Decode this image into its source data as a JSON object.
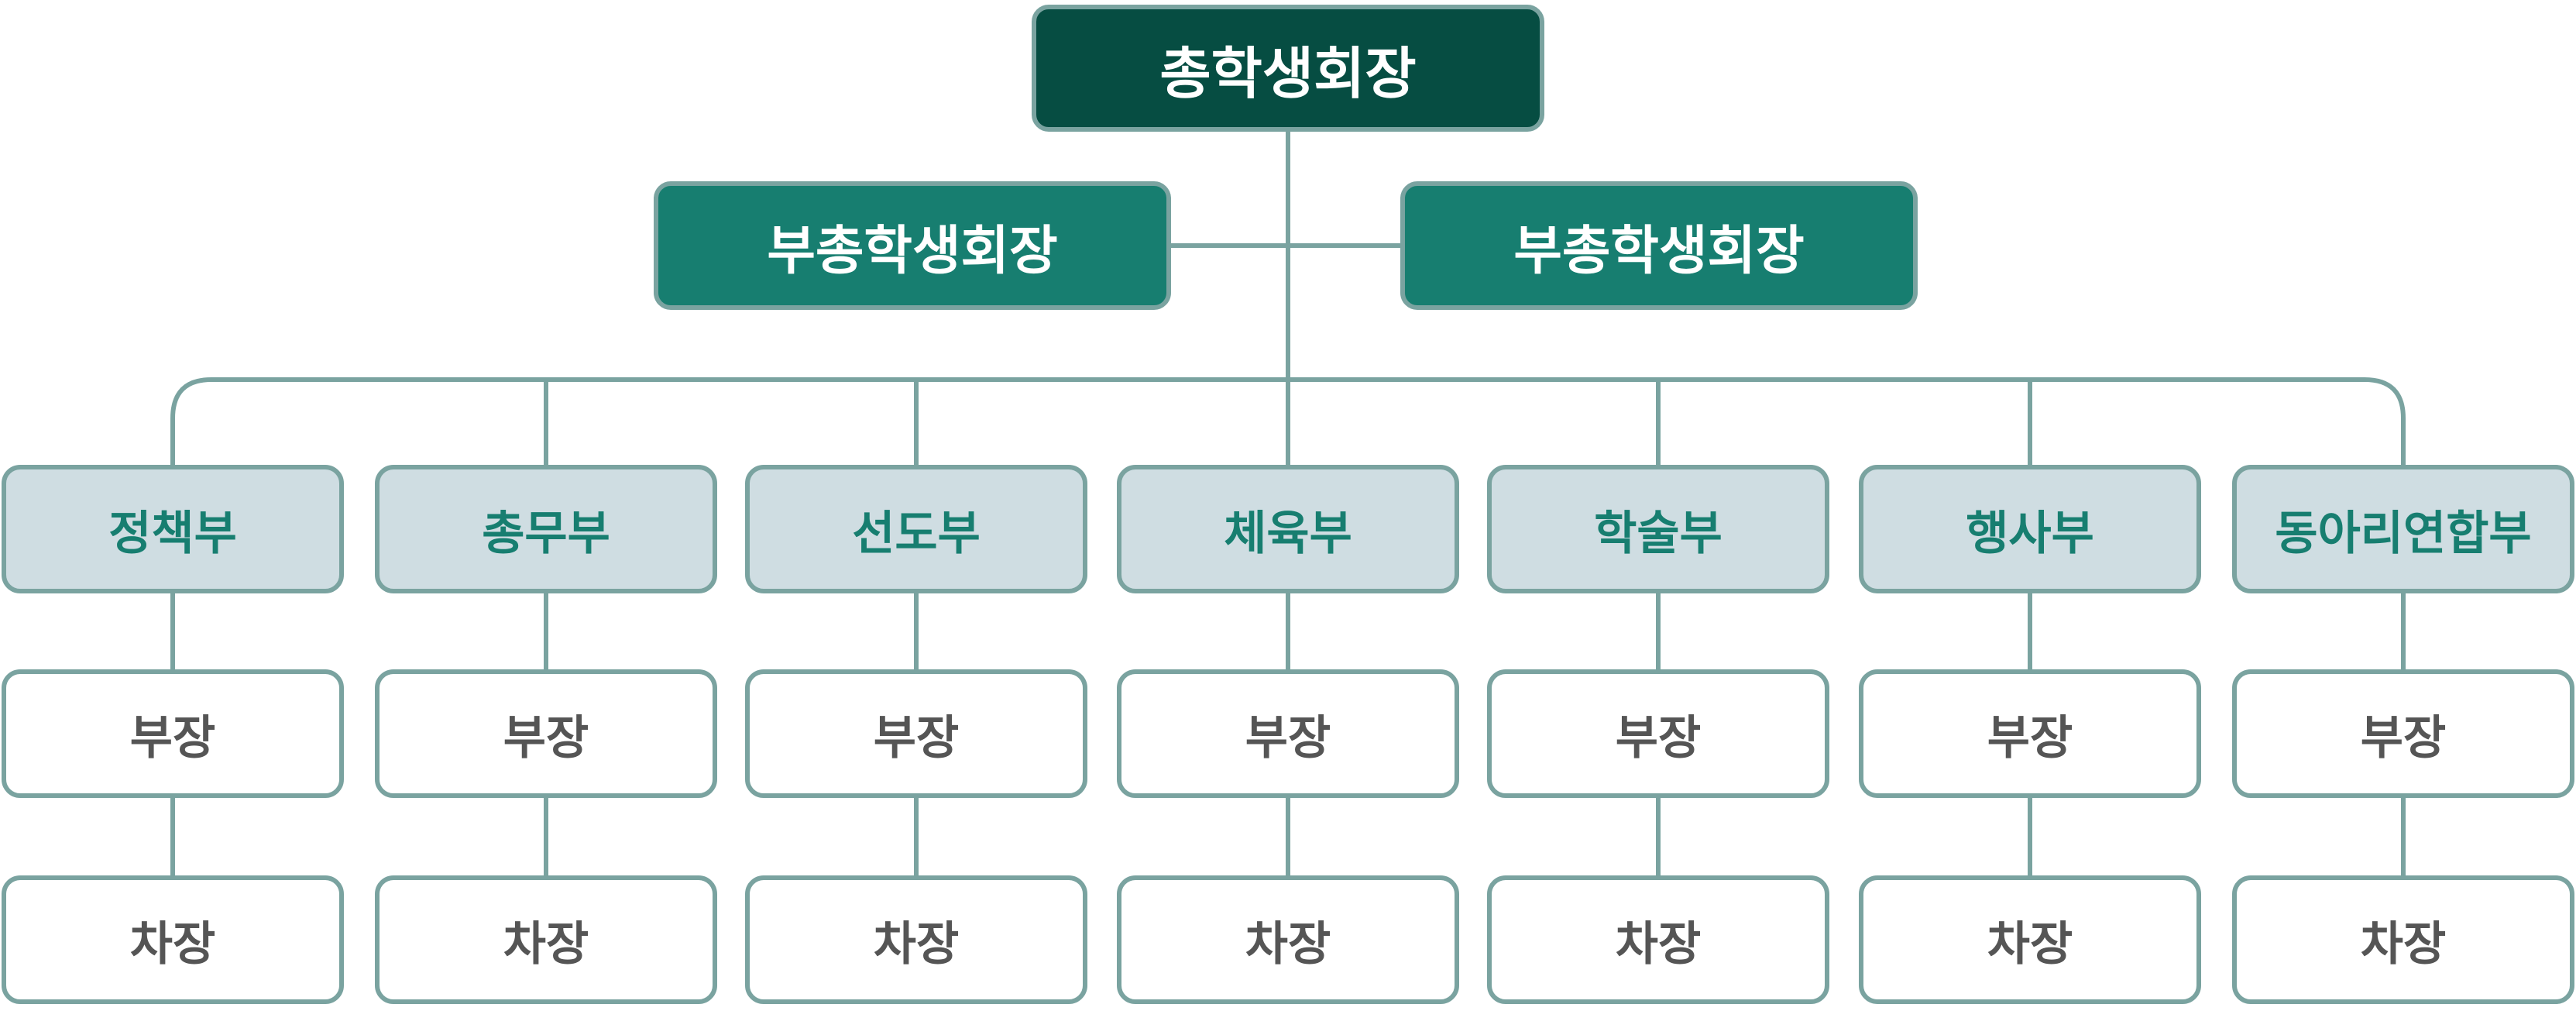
{
  "president": "총학생회장",
  "vice_presidents": [
    "부총학생회장",
    "부총학생회장"
  ],
  "departments": [
    {
      "name": "정책부",
      "roles": [
        "부장",
        "차장"
      ]
    },
    {
      "name": "총무부",
      "roles": [
        "부장",
        "차장"
      ]
    },
    {
      "name": "선도부",
      "roles": [
        "부장",
        "차장"
      ]
    },
    {
      "name": "체육부",
      "roles": [
        "부장",
        "차장"
      ]
    },
    {
      "name": "학술부",
      "roles": [
        "부장",
        "차장"
      ]
    },
    {
      "name": "행사부",
      "roles": [
        "부장",
        "차장"
      ]
    },
    {
      "name": "동아리연합부",
      "roles": [
        "부장",
        "차장"
      ]
    }
  ]
}
